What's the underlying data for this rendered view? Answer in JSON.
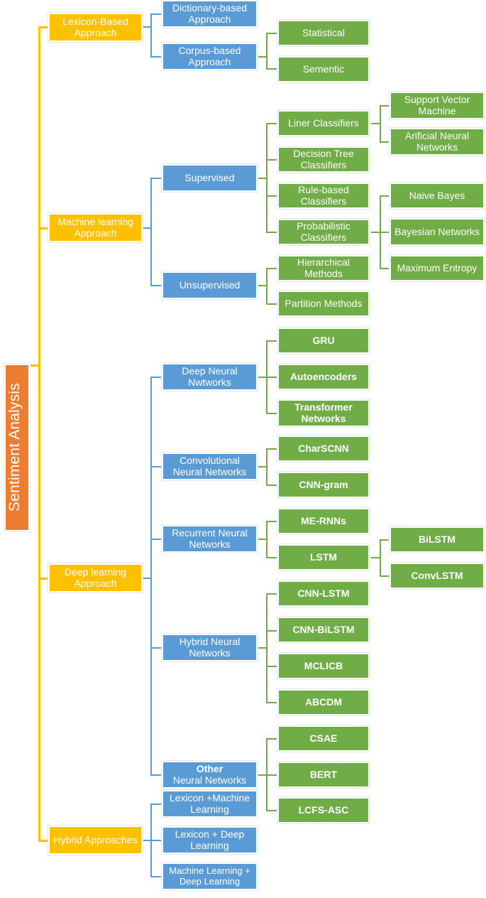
{
  "diagram": {
    "title": "Sentiment Analysis",
    "type": "taxonomy-tree",
    "colors": {
      "root": "#ED7D31",
      "level1": "#FFC000",
      "level2": "#5B9BD5",
      "level3": "#70AD47",
      "connector_root": "#FFC000",
      "connector_level2": "#5B9BD5",
      "connector_level3": "#70AD47",
      "text": "#FFFFFF",
      "background": "#FFFFFF"
    }
  },
  "root": {
    "label": "Sentiment Analysis"
  },
  "nodes": {
    "lexicon_based_approach": "Lexicon-Based Approach",
    "dictionary_based_approach": "Dictionary-based Approach",
    "corpus_based_approach": "Corpus-based Approach",
    "statistical": "Statistical",
    "sementic": "Sementic",
    "machine_learning_approach": "Machine learning Approach",
    "supervised": "Supervised",
    "liner_classifiers": "Liner Classifiers",
    "support_vector_machine": "Support Vector Machine",
    "arificial_neural_networks": "Arificial Neural Networks",
    "decision_tree_classifiers": "Decision Tree Classifiers",
    "rule_based_classifiers": "Rule-based Classifiers",
    "probabilistic_classifiers": "Probabilistic Classifiers",
    "naive_bayes": "Naive Bayes",
    "bayesian_networks": "Bayesian Networks",
    "maximum_entropy": "Maximum Entropy",
    "unsupervised": "Unsupervised",
    "hierarchical_methods": "Hierarchical Methods",
    "partition_methods": "Partition Methods",
    "deep_learning_approach": "Deep learning Approach",
    "deep_neural_nwtworks": "Deep Neural Nwtworks",
    "gru": "GRU",
    "autoencoders": "Autoencoders",
    "transformer_networks": "Transformer Networks",
    "convolutional_neural_networks": "Convolutional Neural Networks",
    "charscnn": "CharSCNN",
    "cnn_gram": "CNN-gram",
    "recurrent_neural_networks": "Recurrent Neural Networks",
    "me_rnns": "ME-RNNs",
    "lstm": "LSTM",
    "bilstm": "BiLSTM",
    "convlstm": "ConvLSTM",
    "hybrid_neural_networks": "Hybrid Neural Networks",
    "cnn_lstm": "CNN-LSTM",
    "cnn_bilstm": "CNN-BiLSTM",
    "mclicb": "MCLICB",
    "abcdm": "ABCDM",
    "other_neural_networks_bold": "Other",
    "other_neural_networks_rest": " Neural Networks",
    "csae": "CSAE",
    "bert": "BERT",
    "lcfs_asc": "LCFS-ASC",
    "hybrid_approaches": "Hybrid Approaches",
    "lexicon_plus_machine_learning": "Lexicon +Machine Learning",
    "lexicon_plus_deep_learning": "Lexicon + Deep Learning",
    "machine_learning_plus_deep_learning": "Machine Learning + Deep Learning"
  }
}
